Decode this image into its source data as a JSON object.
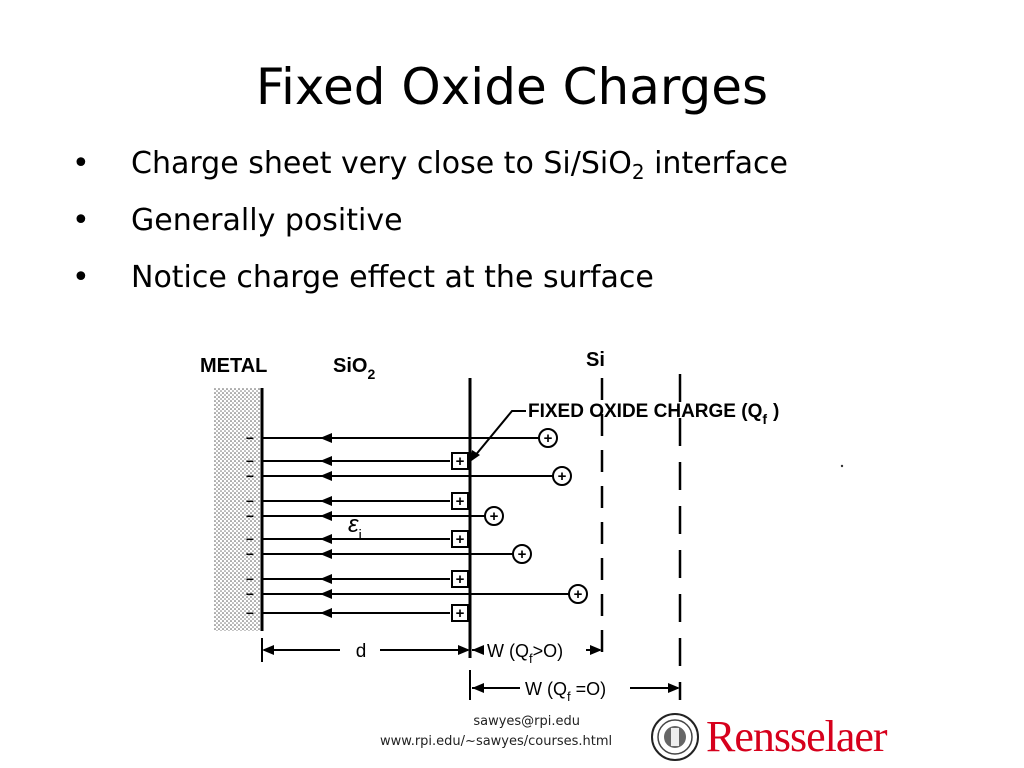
{
  "slide": {
    "title": "Fixed Oxide Charges",
    "bullets": [
      {
        "bullet": "•",
        "text_main": "Charge sheet very close to Si/SiO",
        "subscript": "2",
        "text_after": " interface"
      },
      {
        "bullet": "•",
        "text_main": "Generally positive"
      },
      {
        "bullet": "•",
        "text_main": "Notice charge effect at the surface"
      }
    ]
  },
  "diagram": {
    "label_metal": "METAL",
    "label_sio2": "SiO",
    "label_sio2_sub": "2",
    "label_si": "Si",
    "label_fixed_charge": "FIXED OXIDE CHARGE (Q",
    "label_fixed_charge_sub": "f",
    "label_fixed_charge_end": ")",
    "label_field": "ε",
    "label_field_sub": "i",
    "label_d": "d",
    "label_w_pos": "W (Q",
    "label_w_pos_sub": "f",
    "label_w_pos_end": ">O)",
    "label_w_zero": "W (Q",
    "label_w_zero_sub": "f",
    "label_w_zero_end": " =O)",
    "metal_charge_symbol": "−",
    "fixed_charge_symbol": "+",
    "silicon_charge_symbol": "+"
  },
  "footer": {
    "email": "sawyes@rpi.edu",
    "url": "www.rpi.edu/~sawyes/courses.html",
    "brand": "Rensselaer"
  }
}
